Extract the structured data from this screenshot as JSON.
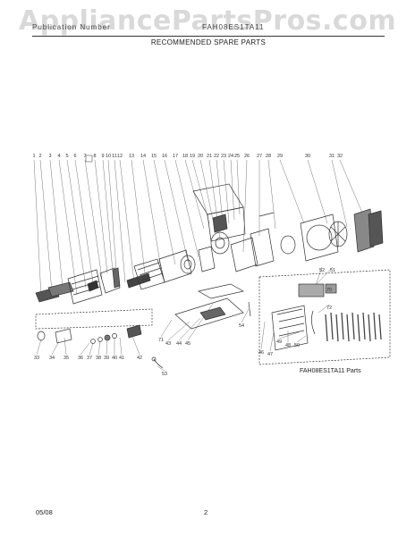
{
  "watermark": "AppliancePartsPros.com",
  "header": {
    "left_text": "Publication Number",
    "right_text": "FAH08ES1TA11",
    "title": "RECOMMENDED SPARE PARTS"
  },
  "diagram": {
    "top_callouts": [
      "1",
      "2",
      "3",
      "4",
      "5",
      "6",
      "7",
      "8",
      "9",
      "10",
      "11",
      "12",
      "13",
      "14",
      "15",
      "16",
      "17",
      "18",
      "19",
      "20",
      "21",
      "22",
      "23",
      "24",
      "25",
      "26",
      "27",
      "28",
      "29",
      "30",
      "31",
      "32"
    ],
    "bottom_callouts": [
      "33",
      "34",
      "35",
      "36",
      "37",
      "38",
      "39",
      "40",
      "41",
      "42",
      "43",
      "44",
      "45",
      "46",
      "47",
      "48",
      "49",
      "50",
      "51",
      "52",
      "53",
      "54",
      "70",
      "71",
      "72"
    ],
    "title": "FAH08ES1TA11 Parts"
  },
  "footer": {
    "date": "05/08",
    "page": "2"
  },
  "colors": {
    "ink": "#333333",
    "watermark": "#b9b9b9"
  }
}
